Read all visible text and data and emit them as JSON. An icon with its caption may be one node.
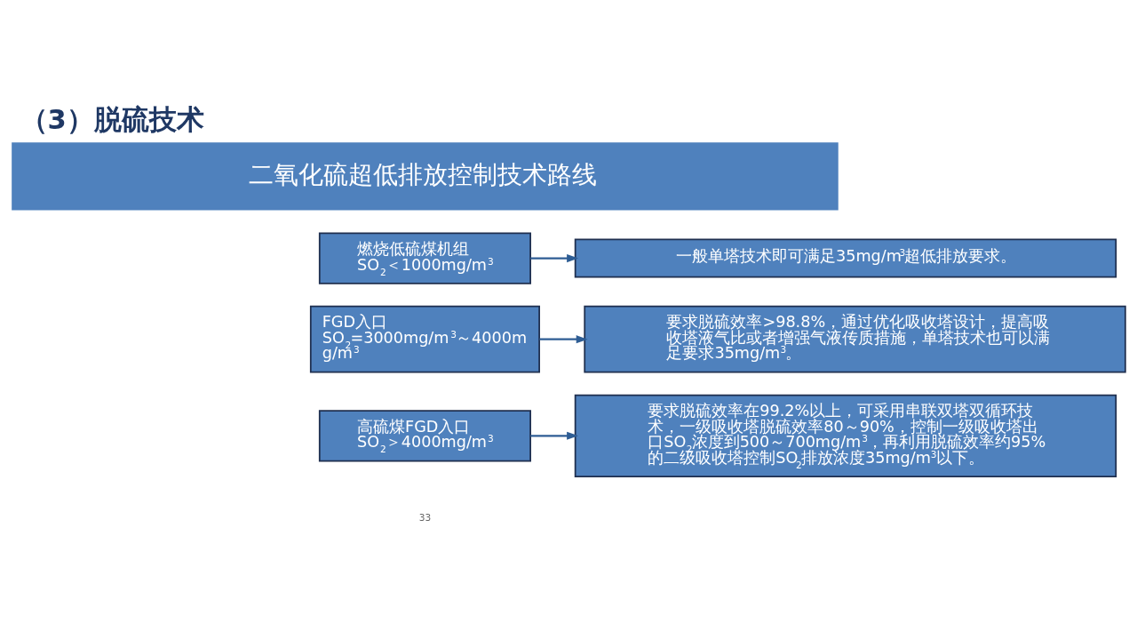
{
  "diagram": {
    "title": "（3）脱硫技术",
    "nodes": [
      {
        "text": [
          "二氧化硫超低排放控制技术路线"
        ]
      },
      {
        "text": [
          "燃烧低硫煤机组",
          "SO$_{2}$＜1000mg/m$^{3}$"
        ]
      },
      {
        "text": [
          "一般单塔技术即可满足35mg/m$^{3}$超低排放要求。"
        ]
      },
      {
        "text": [
          "FGD入口",
          "SO$_{2}$=3000mg/m$^{3}$～4000mg/m$^{3}$"
        ]
      },
      {
        "text": [
          "要求脱硫效率>98.8%，通过优化吸收塔设计，提高吸收塔液气比或者增强气液传质措施，单塔技术也可以满足要求35mg/m$^{3}$。"
        ]
      },
      {
        "text": [
          "高硫煤FGD入口",
          "SO$_{2}$＞4000mg/m$^{3}$"
        ]
      },
      {
        "text": [
          "要求脱硫效率在99.2%以上，可采用串联双塔双循环技术，一级吸收塔脱硫效率80～90%，控制一级吸收塔出口SO$_{2}$浓度到500～700mg/m$^{3}$，再利用脱硫效率约95%的二级吸收塔控制SO$_{2}$排放浓度35mg/m$^{3}$以下。"
        ]
      }
    ],
    "edges": [
      {
        "from": 1,
        "to": 2,
        "arrow": "to"
      },
      {
        "from": 3,
        "to": 4,
        "arrow": "to"
      },
      {
        "from": 5,
        "to": 6,
        "arrow": "to"
      }
    ],
    "labels": [
      "33"
    ]
  }
}
